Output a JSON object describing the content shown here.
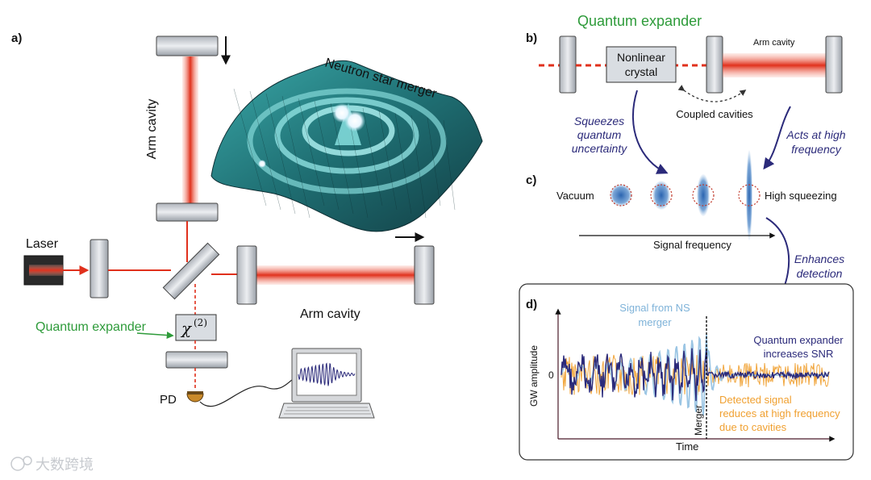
{
  "panel_labels": {
    "a": "a)",
    "b": "b)",
    "c": "c)",
    "d": "d)"
  },
  "panel_a": {
    "laser": "Laser",
    "arm_cavity_vertical": "Arm cavity",
    "arm_cavity_horizontal": "Arm cavity",
    "neutron_star_merger": "Neutron star merger",
    "quantum_expander": "Quantum expander",
    "chi2_symbol": "χ",
    "chi2_superscript": "(2)",
    "pd": "PD"
  },
  "panel_b": {
    "title": "Quantum expander",
    "crystal_line1": "Nonlinear",
    "crystal_line2": "crystal",
    "arm_cavity": "Arm cavity",
    "coupled_cavities": "Coupled cavities",
    "squeezes_1": "Squeezes",
    "squeezes_2": "quantum",
    "squeezes_3": "uncertainty",
    "acts_1": "Acts at high",
    "acts_2": "frequency"
  },
  "panel_c": {
    "vacuum": "Vacuum",
    "high_squeezing": "High squeezing",
    "signal_frequency": "Signal frequency",
    "enhances_1": "Enhances",
    "enhances_2": "detection"
  },
  "panel_d": {
    "signal_ns_1": "Signal from NS",
    "signal_ns_2": "merger",
    "qe_1": "Quantum expander",
    "qe_2": "increases SNR",
    "detected_1": "Detected signal",
    "detected_2": "reduces at high frequency",
    "detected_3": "due to cavities",
    "ylabel": "GW amplitude",
    "zero": "0",
    "xlabel": "Time",
    "merger": "Merger"
  },
  "watermark": "大数跨境",
  "colors": {
    "laser_red": "#e8402a",
    "green_text": "#2e9b3a",
    "navy": "#2b2a7a",
    "signal_blue": "#7fb3d9",
    "detected_orange": "#f0a030",
    "mirror_gray": "#c8ccd2",
    "teal_surface": "#2f8f8f"
  }
}
